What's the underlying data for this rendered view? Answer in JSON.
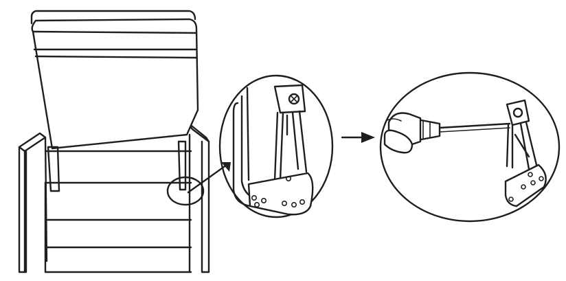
{
  "figure": {
    "steps": [
      {
        "id": "recliner-overview"
      },
      {
        "id": "bracket-close-up"
      },
      {
        "id": "screwdriver-on-bracket"
      }
    ],
    "icons": [
      "recliner-chair-icon",
      "zoom-callout-icon",
      "arrow-right-icon",
      "bracket-icon",
      "screwdriver-icon"
    ],
    "colors": {
      "line": "#1e1e1e",
      "background": "#ffffff"
    }
  }
}
